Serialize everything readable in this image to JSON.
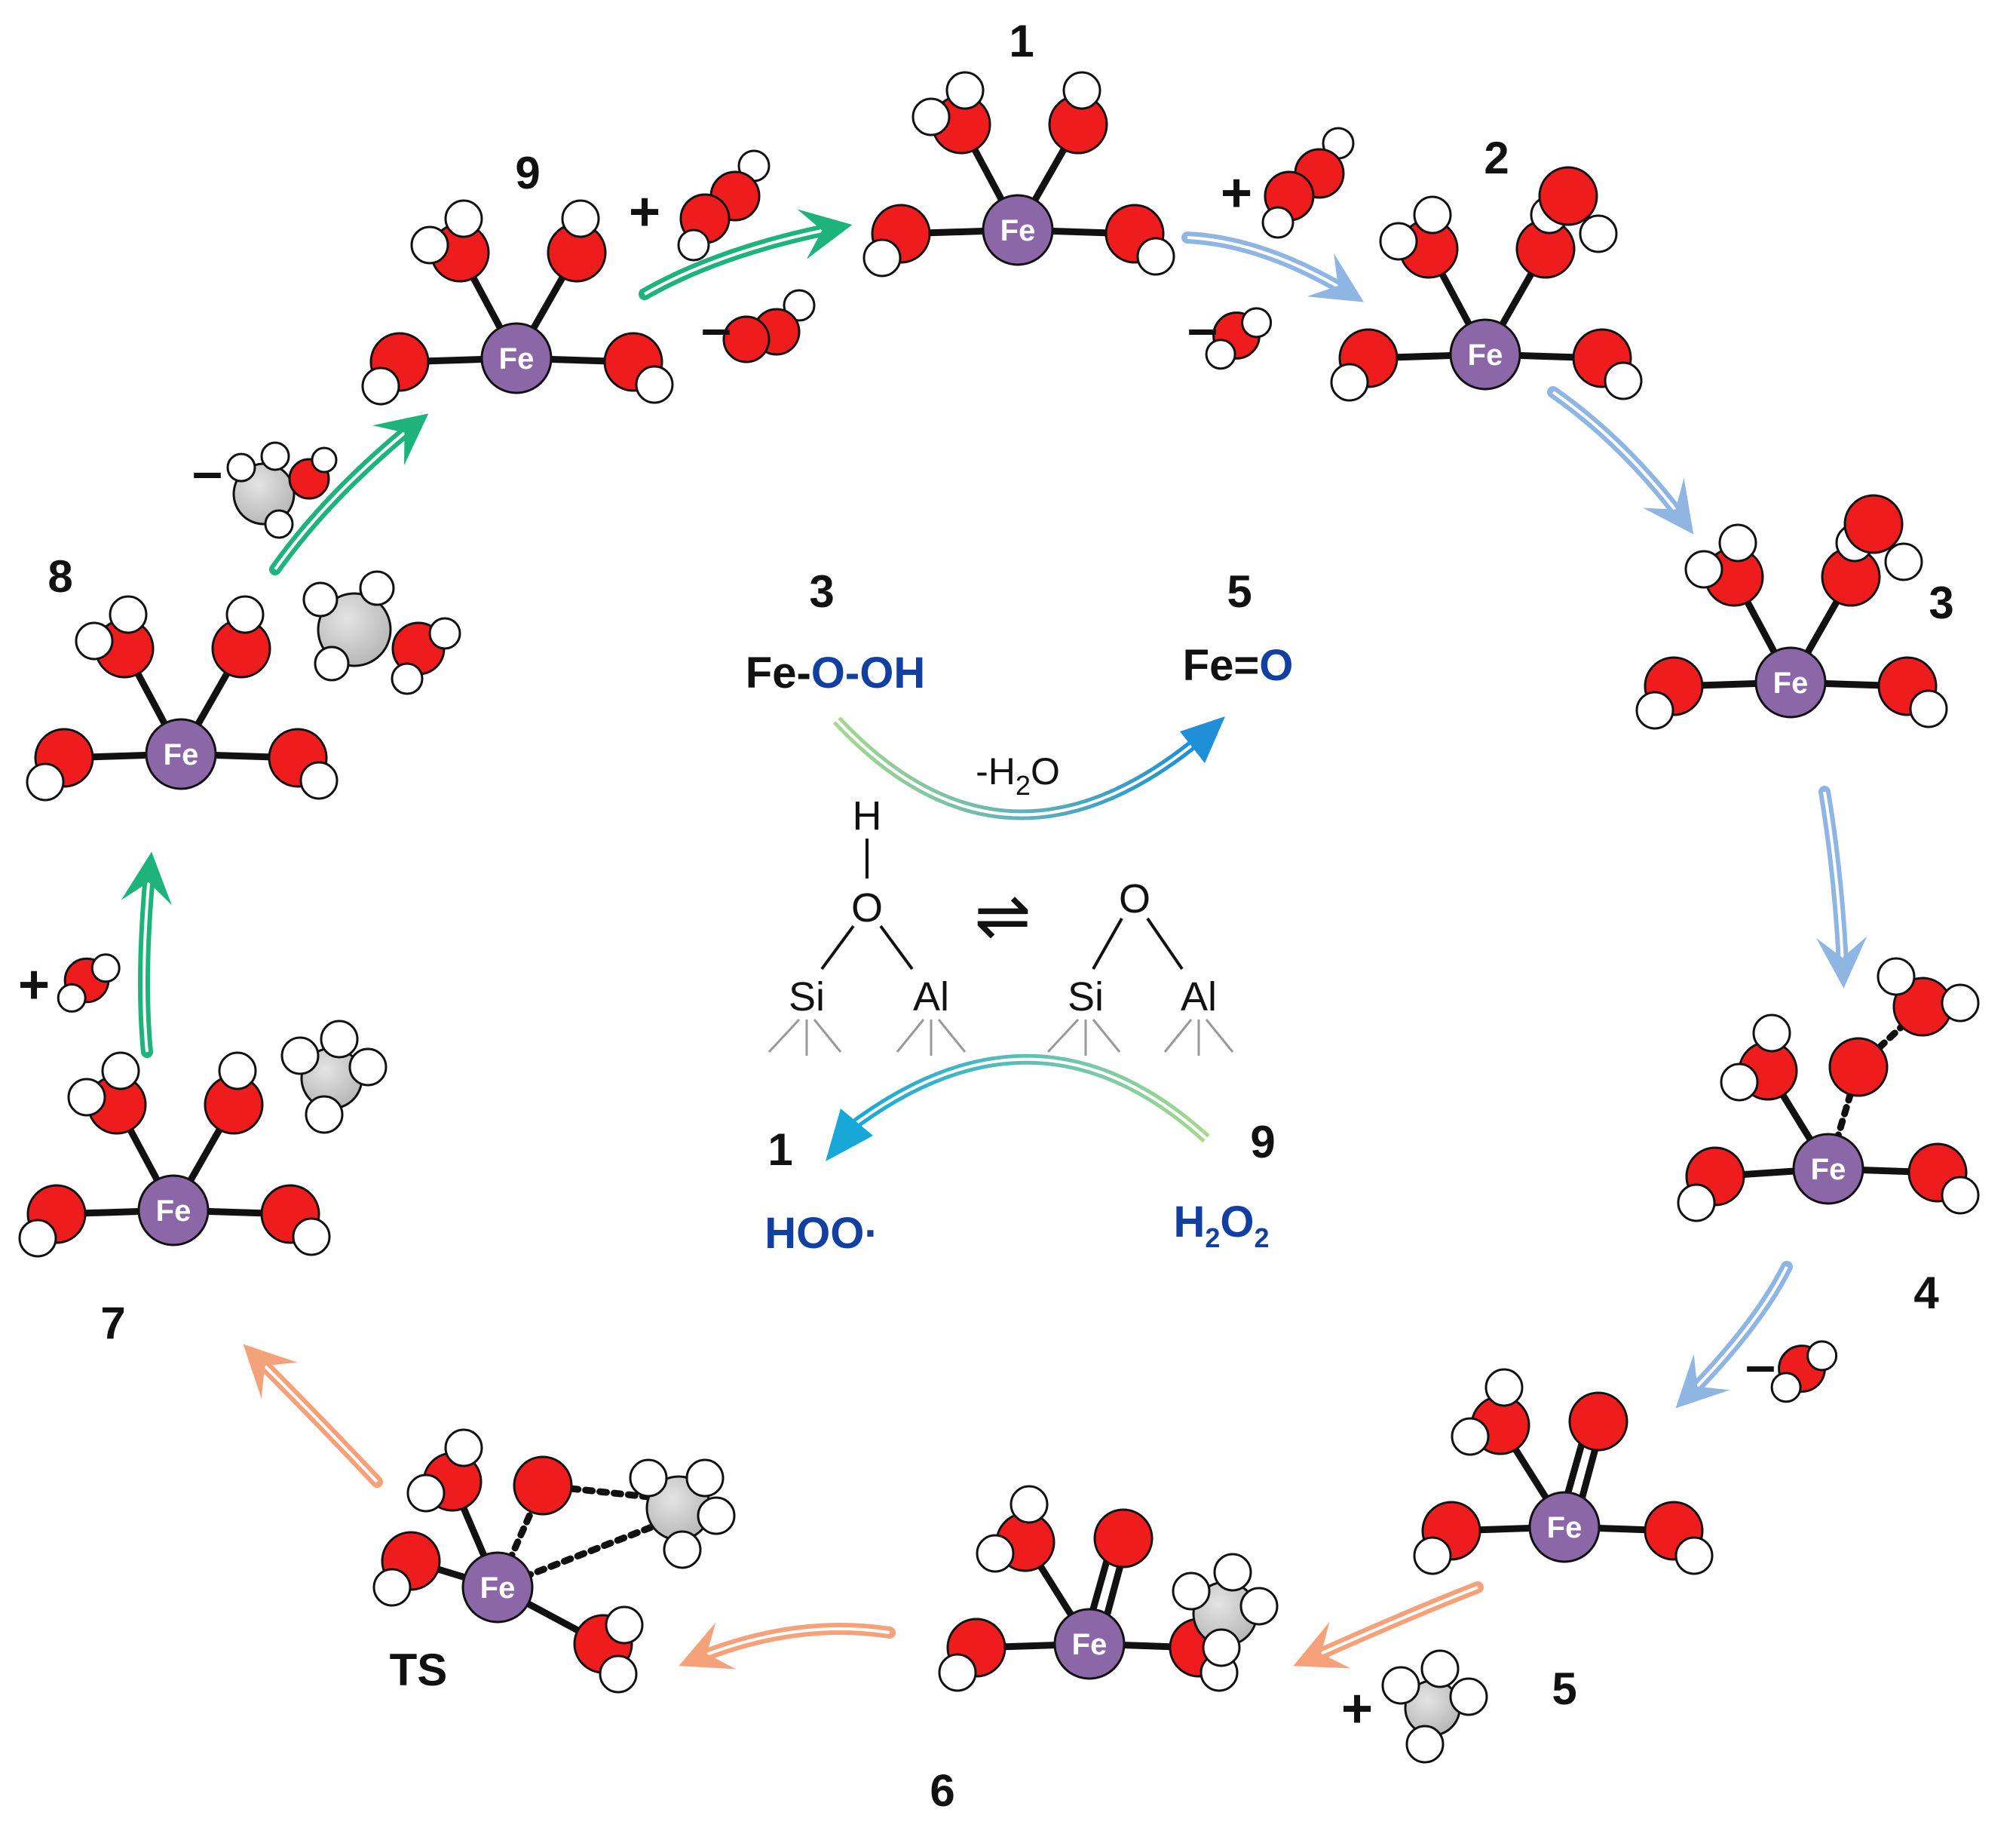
{
  "colors": {
    "oxygen": "#ee1c1c",
    "hydrogen": "#ffffff",
    "iron": "#8b67a8",
    "carbon": "#c9c9c9",
    "green_arrow": "#1eb37a",
    "blue_arrow": "#8fb5e3",
    "orange_arrow": "#f5a27a",
    "blue_text": "#1240a0",
    "label": "#111111"
  },
  "atom_labels": {
    "iron": "Fe"
  },
  "cycle": {
    "states": [
      {
        "id": "1",
        "label": "1"
      },
      {
        "id": "2",
        "label": "2"
      },
      {
        "id": "3",
        "label": "3"
      },
      {
        "id": "4",
        "label": "4"
      },
      {
        "id": "5",
        "label": "5"
      },
      {
        "id": "6",
        "label": "6"
      },
      {
        "id": "TS",
        "label": "TS"
      },
      {
        "id": "7",
        "label": "7"
      },
      {
        "id": "8",
        "label": "8"
      },
      {
        "id": "9",
        "label": "9"
      }
    ],
    "signs": {
      "plus": "+",
      "minus": "–"
    }
  },
  "center": {
    "top_left_label": "3",
    "top_right_label": "5",
    "fe_prefix": "Fe-",
    "o_oh": "O-OH",
    "fe_eq_prefix": "Fe=",
    "fe_eq_o": "O",
    "minus_h2o": {
      "a": "-H",
      "b": "2",
      "c": "O"
    },
    "bottom_left_label": "1",
    "bottom_right_label": "9",
    "hoo": "HOO·",
    "h2o2": {
      "a": "H",
      "b": "2",
      "c": "O",
      "d": "2"
    },
    "equilibrium": "⇌",
    "left_site": {
      "H": "H",
      "O": "O",
      "Si": "Si",
      "Al": "Al"
    },
    "right_site": {
      "O": "O",
      "Si": "Si",
      "Al": "Al"
    }
  }
}
